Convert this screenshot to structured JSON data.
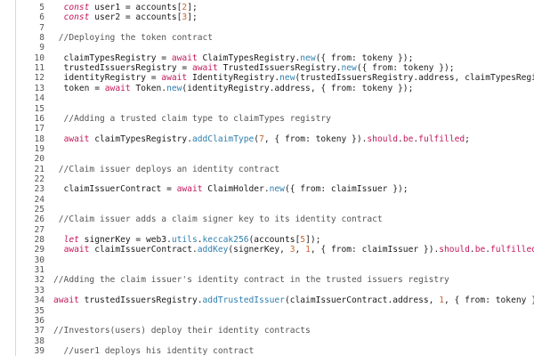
{
  "editor": {
    "lines": [
      {
        "n": "5",
        "tokens": [
          {
            "t": "  "
          },
          {
            "t": "const",
            "c": "kw"
          },
          {
            "t": " user1 = accounts["
          },
          {
            "t": "2",
            "c": "num"
          },
          {
            "t": "];"
          }
        ]
      },
      {
        "n": "6",
        "tokens": [
          {
            "t": "  "
          },
          {
            "t": "const",
            "c": "kw"
          },
          {
            "t": " user2 = accounts["
          },
          {
            "t": "3",
            "c": "num"
          },
          {
            "t": "];"
          }
        ]
      },
      {
        "n": "7",
        "tokens": []
      },
      {
        "n": "8",
        "tokens": [
          {
            "t": " //Deploying the token contract",
            "c": "cm"
          }
        ]
      },
      {
        "n": "9",
        "tokens": []
      },
      {
        "n": "10",
        "tokens": [
          {
            "t": "  claimTypesRegistry = "
          },
          {
            "t": "await",
            "c": "kw2"
          },
          {
            "t": " ClaimTypesRegistry."
          },
          {
            "t": "new",
            "c": "fn"
          },
          {
            "t": "({ from: tokeny });"
          }
        ]
      },
      {
        "n": "11",
        "tokens": [
          {
            "t": "  trustedIssuersRegistry = "
          },
          {
            "t": "await",
            "c": "kw2"
          },
          {
            "t": " TrustedIssuersRegistry."
          },
          {
            "t": "new",
            "c": "fn"
          },
          {
            "t": "({ from: tokeny });"
          }
        ]
      },
      {
        "n": "12",
        "tokens": [
          {
            "t": "  identityRegistry = "
          },
          {
            "t": "await",
            "c": "kw2"
          },
          {
            "t": " IdentityRegistry."
          },
          {
            "t": "new",
            "c": "fn"
          },
          {
            "t": "(trustedIssuersRegistry.address, claimTypesRegistry."
          }
        ]
      },
      {
        "n": "13",
        "tokens": [
          {
            "t": "  token = "
          },
          {
            "t": "await",
            "c": "kw2"
          },
          {
            "t": " Token."
          },
          {
            "t": "new",
            "c": "fn"
          },
          {
            "t": "(identityRegistry.address, { from: tokeny });"
          }
        ]
      },
      {
        "n": "14",
        "tokens": []
      },
      {
        "n": "15",
        "tokens": []
      },
      {
        "n": "16",
        "tokens": [
          {
            "t": "  //Adding a trusted claim type to claimTypes registry",
            "c": "cm"
          }
        ]
      },
      {
        "n": "17",
        "tokens": []
      },
      {
        "n": "18",
        "tokens": [
          {
            "t": "  "
          },
          {
            "t": "await",
            "c": "kw2"
          },
          {
            "t": " claimTypesRegistry."
          },
          {
            "t": "addClaimType",
            "c": "fn"
          },
          {
            "t": "("
          },
          {
            "t": "7",
            "c": "num"
          },
          {
            "t": ", { from: tokeny })."
          },
          {
            "t": "should",
            "c": "kw2"
          },
          {
            "t": "."
          },
          {
            "t": "be",
            "c": "kw2"
          },
          {
            "t": "."
          },
          {
            "t": "fulfilled",
            "c": "kw2"
          },
          {
            "t": ";"
          }
        ]
      },
      {
        "n": "19",
        "tokens": []
      },
      {
        "n": "20",
        "tokens": []
      },
      {
        "n": "21",
        "tokens": [
          {
            "t": " //Claim issuer deploys an identity contract",
            "c": "cm"
          }
        ]
      },
      {
        "n": "22",
        "tokens": []
      },
      {
        "n": "23",
        "tokens": [
          {
            "t": "  claimIssuerContract = "
          },
          {
            "t": "await",
            "c": "kw2"
          },
          {
            "t": " ClaimHolder."
          },
          {
            "t": "new",
            "c": "fn"
          },
          {
            "t": "({ from: claimIssuer });"
          }
        ]
      },
      {
        "n": "24",
        "tokens": []
      },
      {
        "n": "25",
        "tokens": []
      },
      {
        "n": "26",
        "tokens": [
          {
            "t": " //Claim issuer adds a claim signer key to its identity contract",
            "c": "cm"
          }
        ]
      },
      {
        "n": "27",
        "tokens": []
      },
      {
        "n": "28",
        "tokens": [
          {
            "t": "  "
          },
          {
            "t": "let",
            "c": "kw"
          },
          {
            "t": " signerKey = web3."
          },
          {
            "t": "utils",
            "c": "fn"
          },
          {
            "t": "."
          },
          {
            "t": "keccak256",
            "c": "fn"
          },
          {
            "t": "(accounts["
          },
          {
            "t": "5",
            "c": "num"
          },
          {
            "t": "]);"
          }
        ]
      },
      {
        "n": "29",
        "tokens": [
          {
            "t": "  "
          },
          {
            "t": "await",
            "c": "kw2"
          },
          {
            "t": " claimIssuerContract."
          },
          {
            "t": "addKey",
            "c": "fn"
          },
          {
            "t": "(signerKey, "
          },
          {
            "t": "3",
            "c": "num"
          },
          {
            "t": ", "
          },
          {
            "t": "1",
            "c": "num"
          },
          {
            "t": ", { from: claimIssuer })."
          },
          {
            "t": "should",
            "c": "kw2"
          },
          {
            "t": "."
          },
          {
            "t": "be",
            "c": "kw2"
          },
          {
            "t": "."
          },
          {
            "t": "fulfilled",
            "c": "kw2"
          },
          {
            "t": ";"
          }
        ]
      },
      {
        "n": "30",
        "tokens": []
      },
      {
        "n": "31",
        "tokens": []
      },
      {
        "n": "32",
        "tokens": [
          {
            "t": "//Adding the claim issuer's identity contract in the trusted issuers registry",
            "c": "cm"
          }
        ]
      },
      {
        "n": "33",
        "tokens": []
      },
      {
        "n": "34",
        "tokens": [
          {
            "t": "await",
            "c": "kw2"
          },
          {
            "t": " trustedIssuersRegistry."
          },
          {
            "t": "addTrustedIssuer",
            "c": "fn"
          },
          {
            "t": "(claimIssuerContract.address, "
          },
          {
            "t": "1",
            "c": "num"
          },
          {
            "t": ", { from: tokeny });"
          }
        ]
      },
      {
        "n": "35",
        "tokens": []
      },
      {
        "n": "36",
        "tokens": []
      },
      {
        "n": "37",
        "tokens": [
          {
            "t": "//Investors(users) deploy their identity contracts",
            "c": "cm"
          }
        ]
      },
      {
        "n": "38",
        "tokens": []
      },
      {
        "n": "39",
        "tokens": [
          {
            "t": "  //user1 deploys his identity contract",
            "c": "cm"
          }
        ]
      }
    ]
  }
}
